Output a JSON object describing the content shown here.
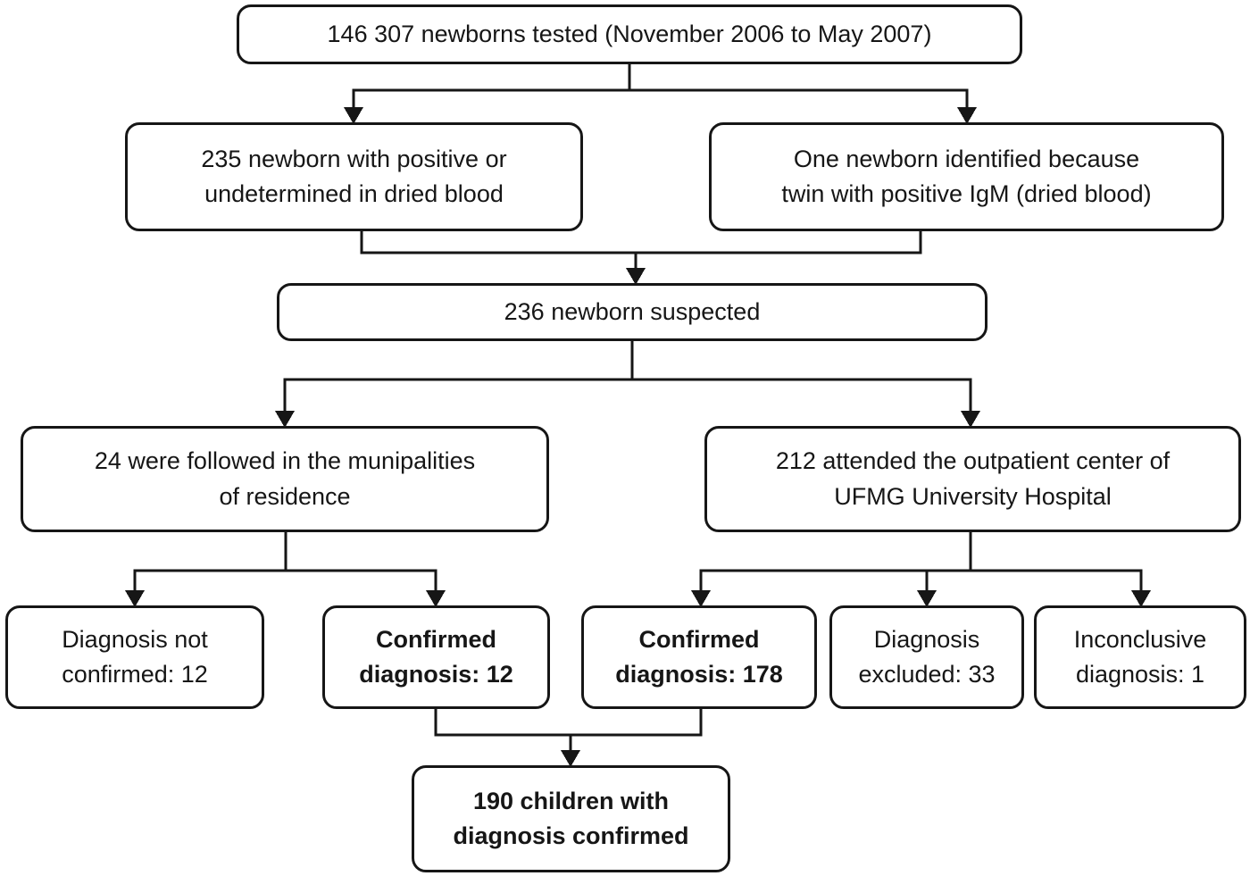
{
  "diagram": {
    "type": "flowchart",
    "colors": {
      "stroke": "#161616",
      "text": "#161616",
      "background": "#ffffff"
    },
    "nodes": {
      "tested": {
        "label": "146 307 newborns tested (November 2006 to May 2007)",
        "bold": false
      },
      "positive": {
        "label": "235 newborn with positive or\nundetermined in dried blood",
        "bold": false
      },
      "twin": {
        "label": "One newborn identified because\ntwin with positive IgM (dried blood)",
        "bold": false
      },
      "suspected": {
        "label": "236 newborn suspected",
        "bold": false
      },
      "municipalities": {
        "label": "24 were followed in the munipalities\nof residence",
        "bold": false
      },
      "outpatient": {
        "label": "212 attended the outpatient center of\nUFMG University Hospital",
        "bold": false
      },
      "not_confirmed": {
        "label": "Diagnosis not\nconfirmed: 12",
        "bold": false
      },
      "confirmed_12": {
        "label": "Confirmed\ndiagnosis: 12",
        "bold": true
      },
      "confirmed_178": {
        "label": "Confirmed\ndiagnosis: 178",
        "bold": true
      },
      "excluded": {
        "label": "Diagnosis\nexcluded: 33",
        "bold": false
      },
      "inconclusive": {
        "label": "Inconclusive\ndiagnosis: 1",
        "bold": false
      },
      "final": {
        "label": "190 children with\ndiagnosis confirmed",
        "bold": true
      }
    },
    "edges": [
      {
        "from": "tested",
        "to": "positive"
      },
      {
        "from": "tested",
        "to": "twin"
      },
      {
        "from": "positive",
        "to": "suspected"
      },
      {
        "from": "twin",
        "to": "suspected"
      },
      {
        "from": "suspected",
        "to": "municipalities"
      },
      {
        "from": "suspected",
        "to": "outpatient"
      },
      {
        "from": "municipalities",
        "to": "not_confirmed"
      },
      {
        "from": "municipalities",
        "to": "confirmed_12"
      },
      {
        "from": "outpatient",
        "to": "confirmed_178"
      },
      {
        "from": "outpatient",
        "to": "excluded"
      },
      {
        "from": "outpatient",
        "to": "inconclusive"
      },
      {
        "from": "confirmed_12",
        "to": "final"
      },
      {
        "from": "confirmed_178",
        "to": "final"
      }
    ]
  }
}
